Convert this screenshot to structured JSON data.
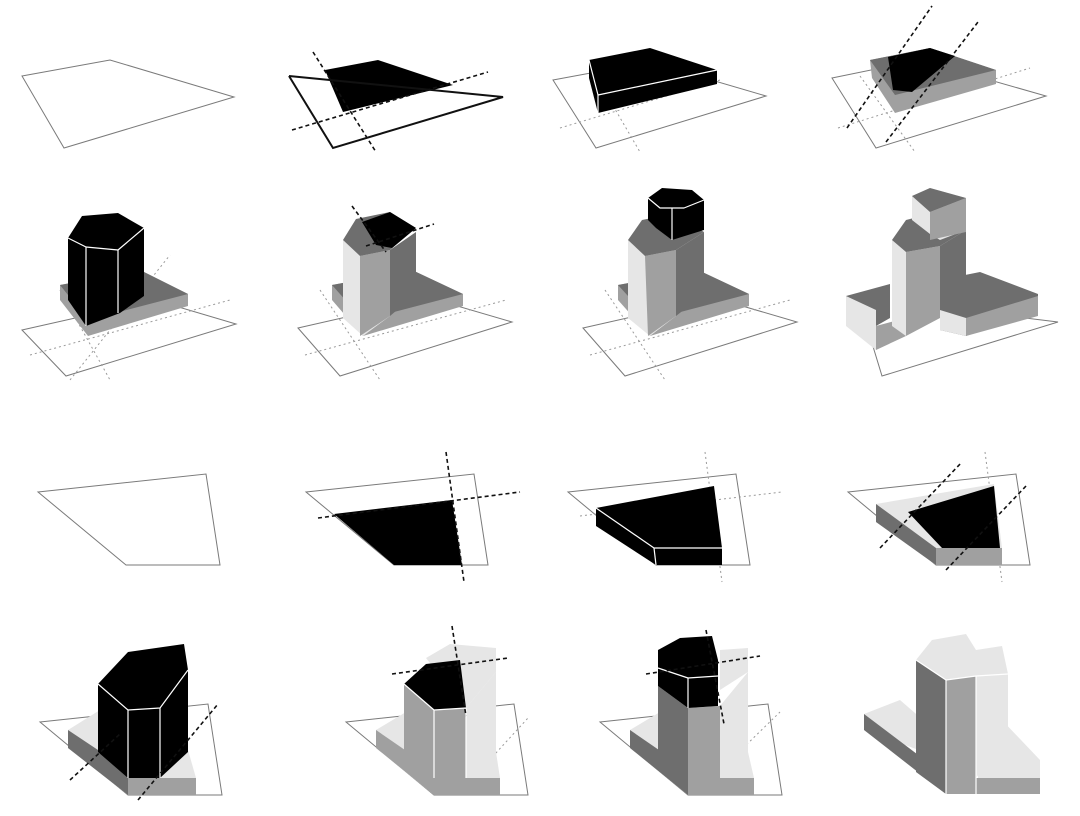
{
  "diagram": {
    "kind": "massing-sequence",
    "sequences": 2,
    "steps_per_sequence": 8,
    "colors": {
      "background": "#ffffff",
      "solid": "#000000",
      "dark_gray": "#6e6e6e",
      "mid_gray": "#a0a0a0",
      "light_gray": "#e6e6e6",
      "site_line": "#7a7a7a"
    }
  }
}
